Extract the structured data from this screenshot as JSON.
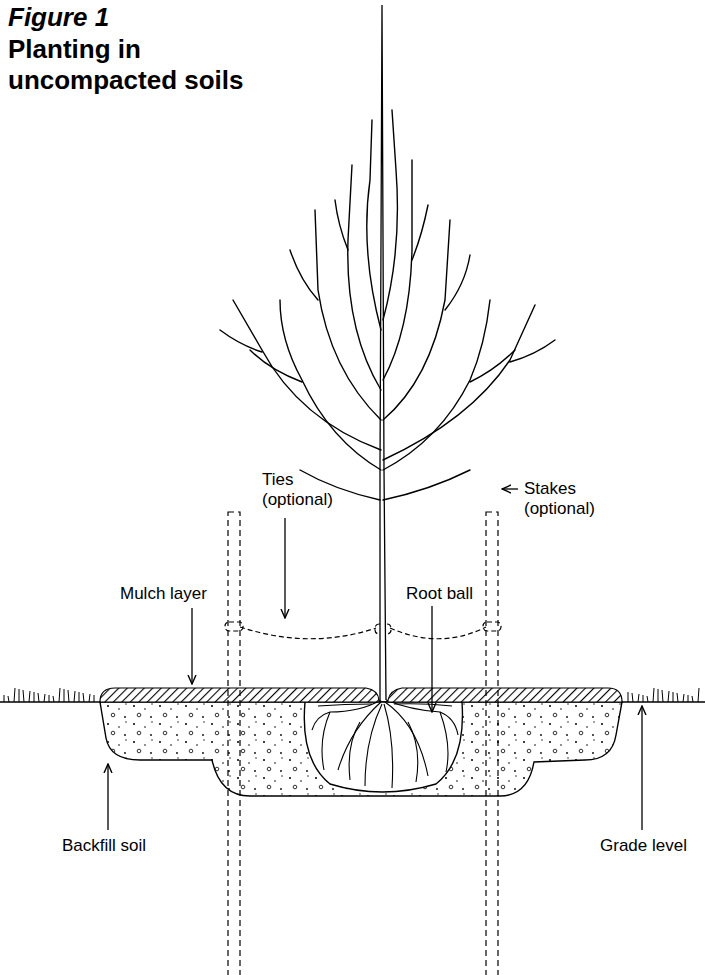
{
  "diagram": {
    "title": "Figure 1",
    "labels": [
      "Planting in uncompacted soils",
      "Ties (optional)",
      "Stakes (optional)",
      "Mulch layer",
      "Root ball",
      "Backfill soil",
      "Grade level"
    ]
  }
}
